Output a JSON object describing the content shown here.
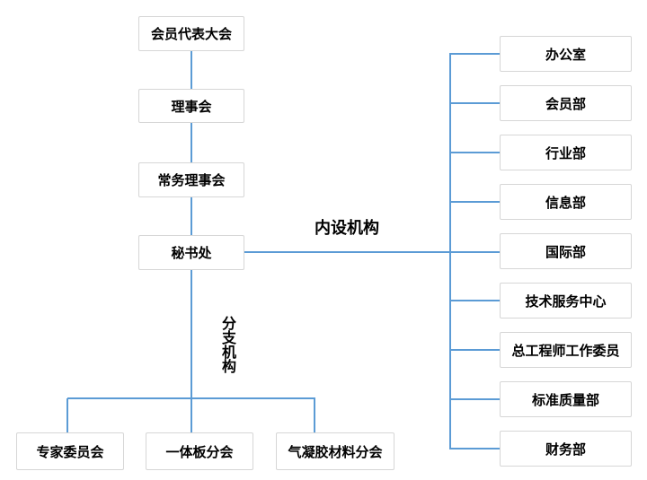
{
  "org": {
    "chain": [
      "会员代表大会",
      "理事会",
      "常务理事会",
      "秘书处"
    ],
    "internal_label": "内设机构",
    "branch_label": "分支机构",
    "departments": [
      "办公室",
      "会员部",
      "行业部",
      "信息部",
      "国际部",
      "技术服务中心",
      "总工程师工作委员",
      "标准质量部",
      "财务部"
    ],
    "branches": [
      "专家委员会",
      "一体板分会",
      "气凝胶材料分会"
    ]
  },
  "colors": {
    "line": "#5B9BD5",
    "box-border": "#D6D6D6",
    "box-fill": "#FFFFFF",
    "text": "#000000",
    "background": "#FFFFFF"
  }
}
